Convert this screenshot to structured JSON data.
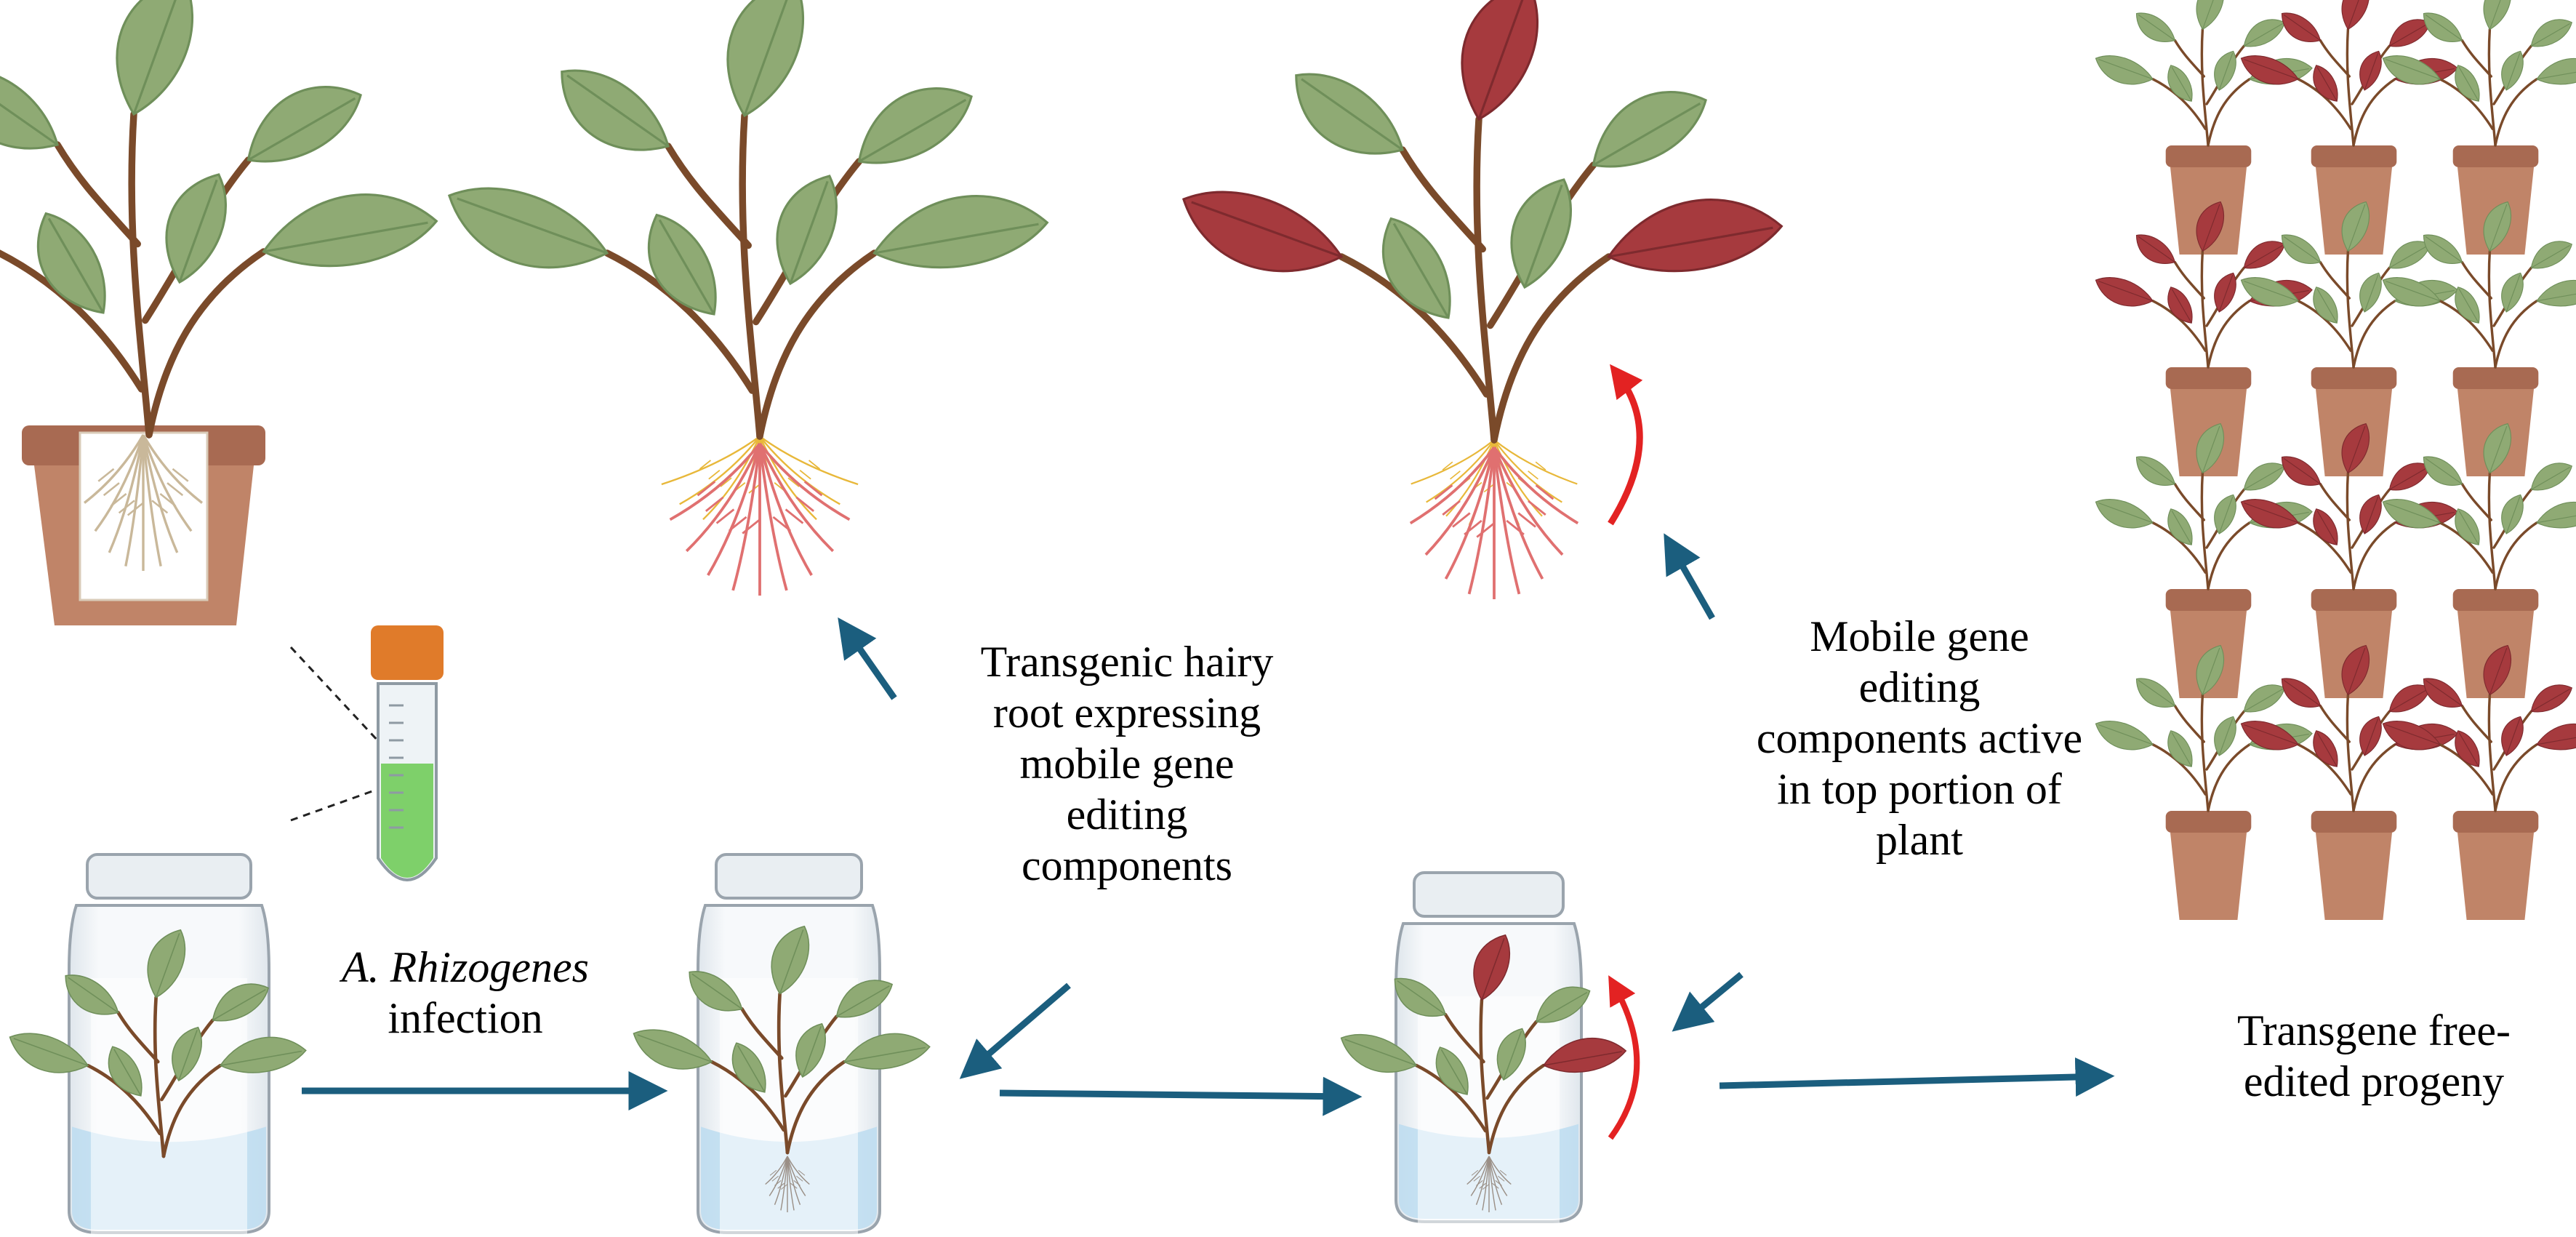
{
  "colors": {
    "arrow": "#1b5e7e",
    "leaf_green": "#8faa74",
    "leaf_green_dark": "#6f8f5a",
    "leaf_red": "#a63a3e",
    "leaf_red_dark": "#7e2a2e",
    "stem": "#7a4a2a",
    "pot": "#c08468",
    "pot_dark": "#a86a52",
    "hairy_root_yellow": "#e8b83a",
    "hairy_root_red": "#e07070",
    "red_arrow": "#e32222",
    "medium": "#bcdcf0",
    "tube_cap": "#e07b2a",
    "tube_liquid": "#7ed06a"
  },
  "labels": {
    "infection_species": "A. Rhizogenes",
    "infection_word": "infection",
    "hairy_root": [
      "Transgenic  hairy",
      "root expressing",
      "mobile gene",
      "editing",
      "components"
    ],
    "mobile_active": [
      "Mobile gene",
      "editing",
      "components active",
      "in top portion of",
      "plant"
    ],
    "progeny": [
      "Transgene  free-",
      "edited progeny"
    ]
  },
  "icons": [
    "potted-plant-icon",
    "agrobacterium-tube-icon",
    "culture-jar-icon",
    "hairy-root-plant-icon",
    "edited-plant-icon",
    "curved-red-arrow-icon",
    "progeny-pot-icon"
  ],
  "progeny_grid": [
    [
      "green",
      "red",
      "green"
    ],
    [
      "red",
      "green",
      "green"
    ],
    [
      "green",
      "red",
      "green"
    ],
    [
      "green",
      "red",
      "red"
    ]
  ]
}
